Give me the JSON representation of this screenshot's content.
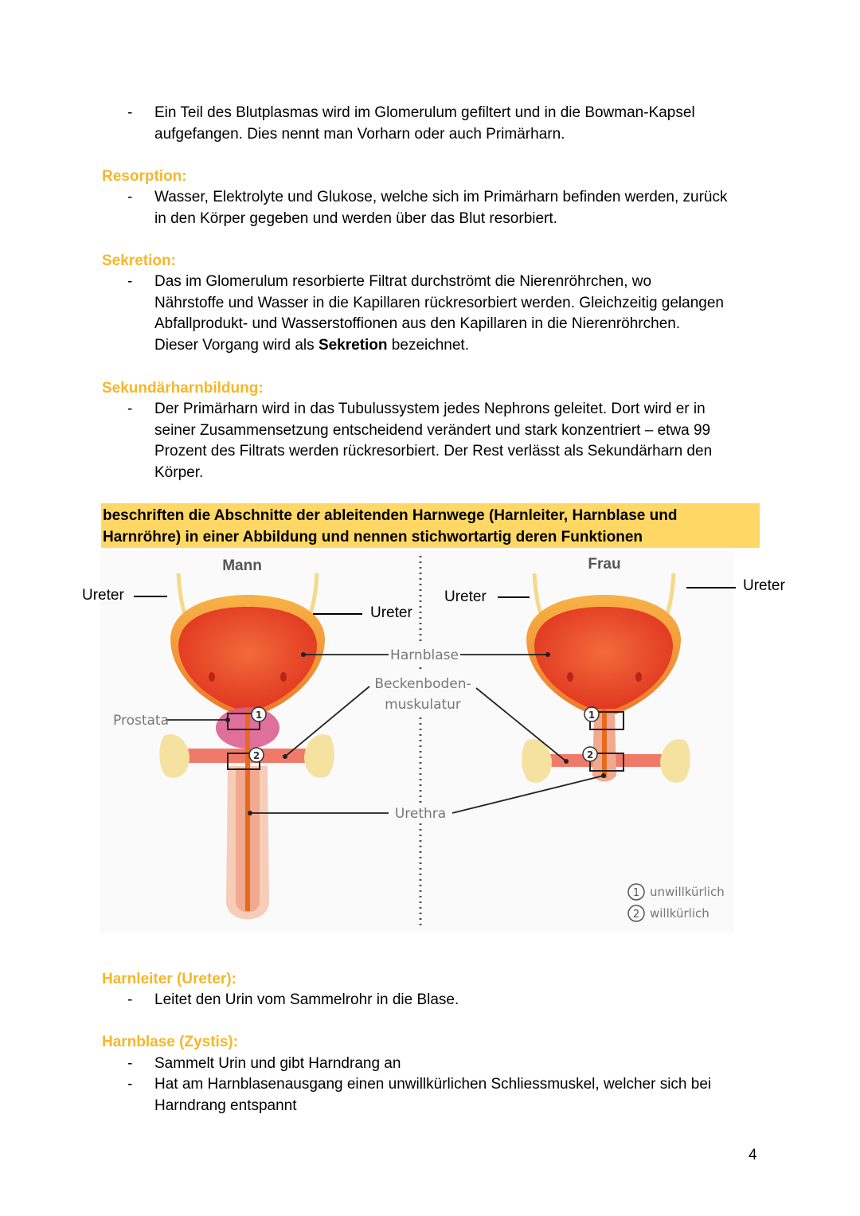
{
  "intro": {
    "lines": [
      "Ein Teil des Blutplasmas wird im Glomerulum gefiltert und in die Bowman-Kapsel",
      "aufgefangen. Dies nennt man Vorharn oder auch Primärharn."
    ]
  },
  "resorption": {
    "heading": "Resorption:",
    "lines": [
      "Wasser, Elektrolyte und Glukose, welche sich im Primärharn befinden werden, zurück",
      "in den Körper gegeben und werden über das Blut resorbiert."
    ]
  },
  "sekretion": {
    "heading": "Sekretion:",
    "lines": [
      "Das im Glomerulum resorbierte Filtrat durchströmt die Nierenröhrchen, wo",
      "Nährstoffe und Wasser in die Kapillaren rückresorbiert werden. Gleichzeitig gelangen",
      "Abfallprodukt- und Wasserstoffionen aus den Kapillaren in die Nierenröhrchen."
    ],
    "last_prefix": "Dieser Vorgang wird als ",
    "last_bold": "Sekretion",
    "last_suffix": " bezeichnet."
  },
  "sekundaer": {
    "heading": "Sekundärharnbildung:",
    "lines": [
      "Der Primärharn wird in das Tubulussystem jedes Nephrons geleitet. Dort wird er in",
      "seiner Zusammensetzung entscheidend verändert und stark konzentriert – etwa 99",
      "Prozent des Filtrats werden rückresorbiert. Der Rest verlässt als Sekundärharn den",
      "Körper."
    ]
  },
  "task": {
    "line1": "beschriften die Abschnitte der ableitenden Harnwege (Harnleiter, Harnblase und",
    "line2": "Harnröhre) in einer Abbildung und nennen stichwortartig deren Funktionen"
  },
  "figure": {
    "title_male": "Mann",
    "title_female": "Frau",
    "harnblase": "Harnblase",
    "becken1": "Beckenboden-",
    "becken2": "muskulatur",
    "prostata": "Prostata",
    "urethra": "Urethra",
    "n1": "1",
    "n2": "2",
    "legend1": "unwillkürlich",
    "legend2": "willkürlich"
  },
  "annotations": {
    "ureter_left": "Ureter",
    "ureter_mid": "Ureter",
    "ureter_female_left": "Ureter",
    "ureter_right": "Ureter"
  },
  "harnleiter": {
    "heading": "Harnleiter (Ureter):",
    "lines": [
      "Leitet den Urin vom Sammelrohr in die Blase."
    ]
  },
  "harnblase_section": {
    "heading": "Harnblase (Zystis):",
    "b1": "Sammelt Urin und gibt Harndrang an",
    "b2_l1": "Hat am Harnblasenausgang einen unwillkürlichen Schliessmuskel, welcher sich bei",
    "b2_l2": "Harndrang entspannt"
  },
  "page_number": "4",
  "colors": {
    "heading": "#f5b72a",
    "highlight": "#ffd764",
    "bladder": "#e8432a",
    "bladder_rim": "#f39a2e"
  }
}
